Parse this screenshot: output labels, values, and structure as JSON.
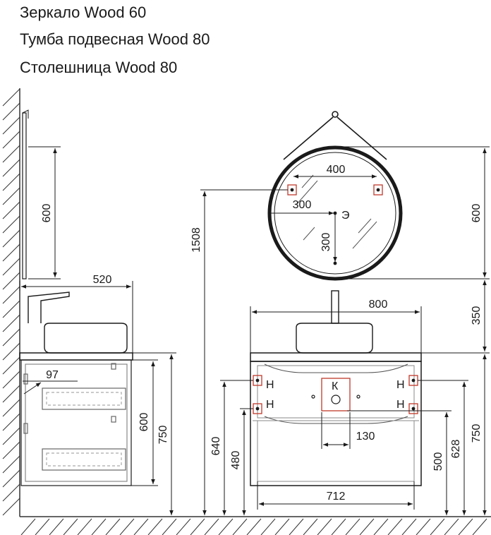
{
  "titles": {
    "line1": "Зеркало Wood 60",
    "line2": "Тумба подвесная Wood 80",
    "line3": "Столешница Wood 80"
  },
  "dimensions": {
    "side_mirror_height": "600",
    "side_depth": "520",
    "side_drawer_offset": "97",
    "side_cabinet_height": "600",
    "side_total_height": "750",
    "front_mirror_diameter": "600",
    "front_mount_spacing": "400",
    "front_mirror_half": "300",
    "front_mirror_vertical": "300",
    "front_floor_to_mount": "1508",
    "front_mirror_gap": "350",
    "front_width": "800",
    "front_inner_width": "712",
    "front_sewer_width": "130",
    "front_height_640": "640",
    "front_height_480": "480",
    "front_height_500": "500",
    "front_height_628": "628",
    "front_height_750": "750"
  },
  "labels": {
    "water": "Н",
    "sewer": "К",
    "electric": "Э"
  },
  "colors": {
    "line": "#1a1a1a",
    "marker": "#c0392b",
    "hatch": "#333333"
  }
}
